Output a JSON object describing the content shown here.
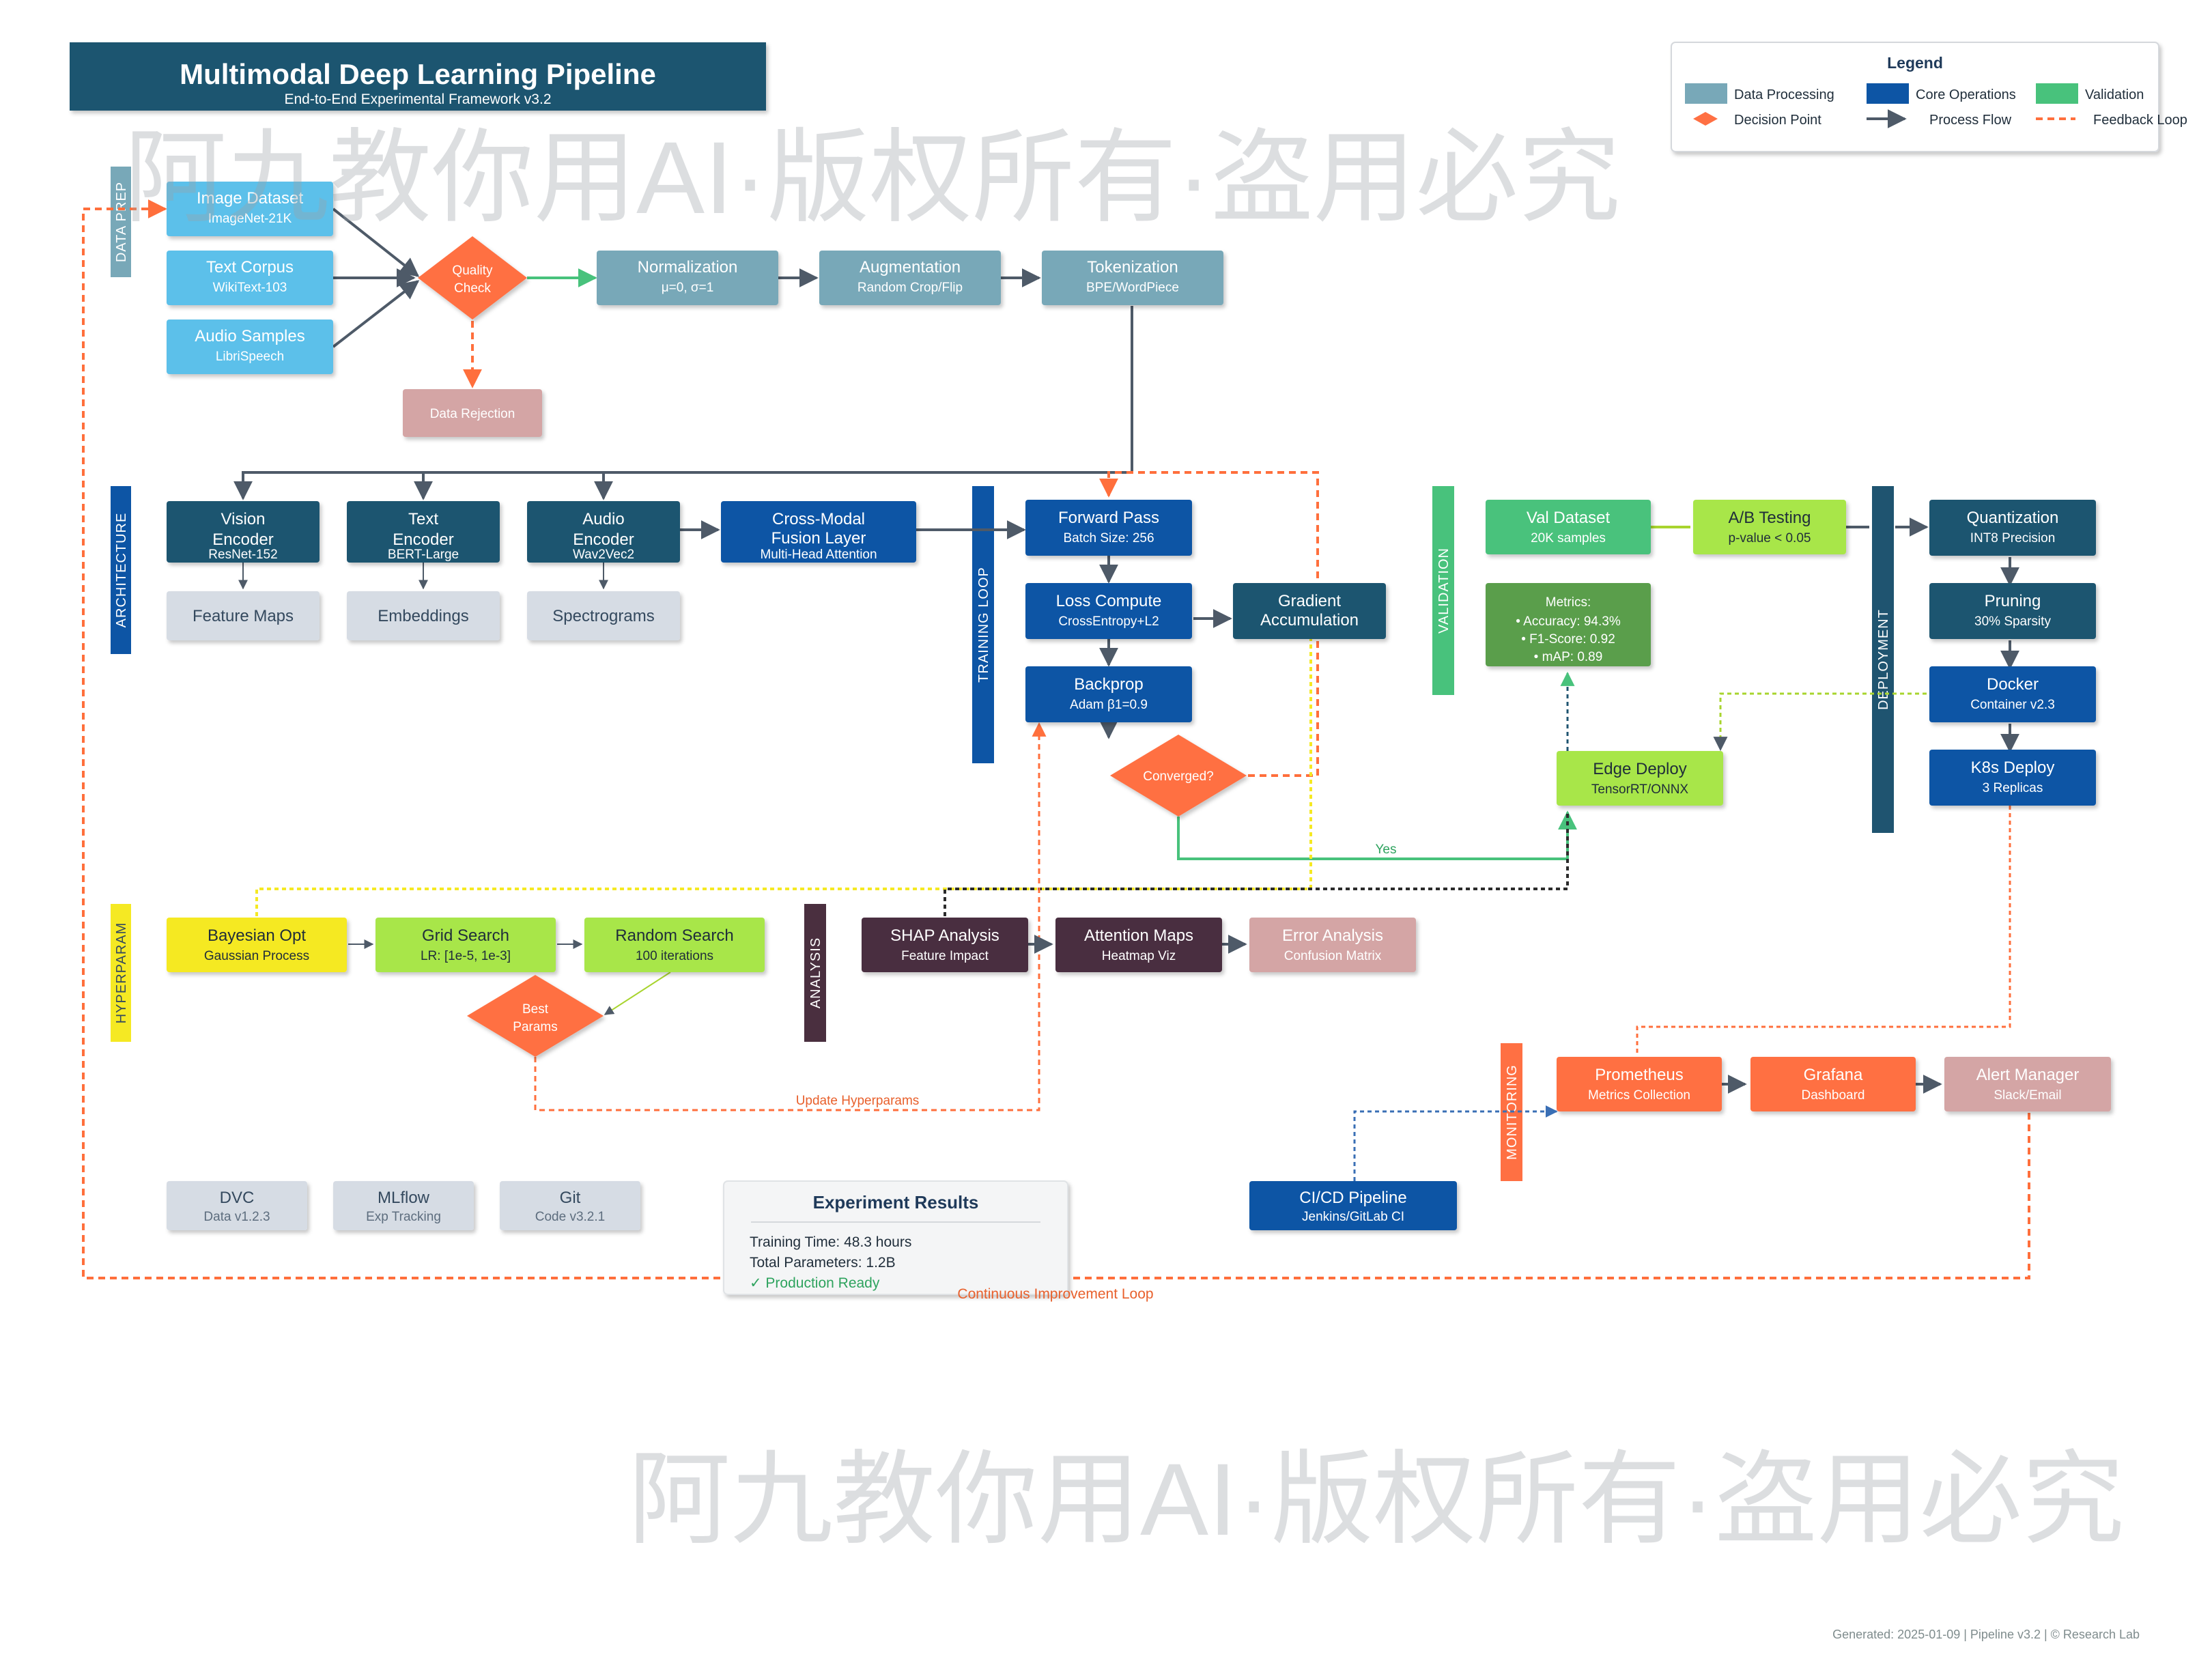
{
  "header": {
    "title": "Multimodal Deep Learning Pipeline",
    "subtitle": "End-to-End Experimental Framework v3.2"
  },
  "legend": {
    "title": "Legend",
    "items": [
      "Data Processing",
      "Core Operations",
      "Validation",
      "Decision Point",
      "Process Flow",
      "Feedback Loop"
    ]
  },
  "lanes": [
    "DATA PREP",
    "ARCHITECTURE",
    "TRAINING LOOP",
    "VALIDATION",
    "DEPLOYMENT",
    "HYPERPARAM",
    "ANALYSIS",
    "MONITORING"
  ],
  "dataprep": {
    "image": {
      "title": "Image Dataset",
      "sub": "ImageNet-21K"
    },
    "text": {
      "title": "Text Corpus",
      "sub": "WikiText-103"
    },
    "audio": {
      "title": "Audio Samples",
      "sub": "LibriSpeech"
    },
    "quality": {
      "l1": "Quality",
      "l2": "Check"
    },
    "normalization": {
      "title": "Normalization",
      "sub": "μ=0, σ=1"
    },
    "augmentation": {
      "title": "Augmentation",
      "sub": "Random Crop/Flip"
    },
    "tokenization": {
      "title": "Tokenization",
      "sub": "BPE/WordPiece"
    },
    "rejection": "Data Rejection"
  },
  "architecture": {
    "vision": {
      "l1": "Vision",
      "l2": "Encoder",
      "sub": "ResNet-152"
    },
    "text": {
      "l1": "Text",
      "l2": "Encoder",
      "sub": "BERT-Large"
    },
    "audio": {
      "l1": "Audio",
      "l2": "Encoder",
      "sub": "Wav2Vec2"
    },
    "fusion": {
      "title": "Cross-Modal",
      "l2": "Fusion Layer",
      "sub": "Multi-Head Attention"
    },
    "feature_maps": "Feature Maps",
    "embeddings": "Embeddings",
    "spectrograms": "Spectrograms"
  },
  "training": {
    "forward": {
      "title": "Forward Pass",
      "sub": "Batch Size: 256"
    },
    "loss": {
      "title": "Loss Compute",
      "sub": "CrossEntropy+L2"
    },
    "gradient": {
      "l1": "Gradient",
      "l2": "Accumulation"
    },
    "backprop": {
      "title": "Backprop",
      "sub": "Adam β1=0.9"
    },
    "converged": "Converged?",
    "yes": "Yes"
  },
  "validation": {
    "val_dataset": {
      "title": "Val Dataset",
      "sub": "20K samples"
    },
    "ab_testing": {
      "title": "A/B Testing",
      "sub": "p-value < 0.05"
    },
    "metrics": {
      "title": "Metrics:",
      "lines": [
        "• Accuracy: 94.3%",
        "• F1-Score: 0.92",
        "• mAP: 0.89"
      ]
    },
    "edge": {
      "title": "Edge Deploy",
      "sub": "TensorRT/ONNX"
    }
  },
  "deployment": {
    "quantization": {
      "title": "Quantization",
      "sub": "INT8 Precision"
    },
    "pruning": {
      "title": "Pruning",
      "sub": "30% Sparsity"
    },
    "docker": {
      "title": "Docker",
      "sub": "Container v2.3"
    },
    "k8s": {
      "title": "K8s Deploy",
      "sub": "3 Replicas"
    }
  },
  "hyperparam": {
    "bayesian": {
      "title": "Bayesian Opt",
      "sub": "Gaussian Process"
    },
    "grid": {
      "title": "Grid Search",
      "sub": "LR: [1e-5, 1e-3]"
    },
    "random": {
      "title": "Random Search",
      "sub": "100 iterations"
    },
    "best": {
      "l1": "Best",
      "l2": "Params"
    },
    "update": "Update Hyperparams"
  },
  "analysis": {
    "shap": {
      "title": "SHAP Analysis",
      "sub": "Feature Impact"
    },
    "attention": {
      "title": "Attention Maps",
      "sub": "Heatmap Viz"
    },
    "error": {
      "title": "Error Analysis",
      "sub": "Confusion Matrix"
    }
  },
  "monitoring": {
    "prometheus": {
      "title": "Prometheus",
      "sub": "Metrics Collection"
    },
    "grafana": {
      "title": "Grafana",
      "sub": "Dashboard"
    },
    "alert": {
      "title": "Alert Manager",
      "sub": "Slack/Email"
    },
    "cicd": {
      "title": "CI/CD Pipeline",
      "sub": "Jenkins/GitLab CI"
    }
  },
  "tools": {
    "dvc": {
      "title": "DVC",
      "sub": "Data v1.2.3"
    },
    "mlflow": {
      "title": "MLflow",
      "sub": "Exp Tracking"
    },
    "git": {
      "title": "Git",
      "sub": "Code v3.2.1"
    }
  },
  "results": {
    "title": "Experiment Results",
    "training_time": "Training Time: 48.3 hours",
    "parameters": "Total Parameters: 1.2B",
    "status": "✓ Production Ready"
  },
  "continuous_loop": "Continuous Improvement Loop",
  "watermark": "阿九教你用AI·版权所有·盗用必究",
  "footer": "Generated: 2025-01-09 | Pipeline v3.2 | © Research Lab",
  "colors": {
    "data_processing": "#78a8b8",
    "core_operations": "#0d55a5",
    "validation": "#48c27c",
    "decision": "#ff7043",
    "feedback": "#ff6f3c",
    "dark_teal": "#1f5470"
  }
}
